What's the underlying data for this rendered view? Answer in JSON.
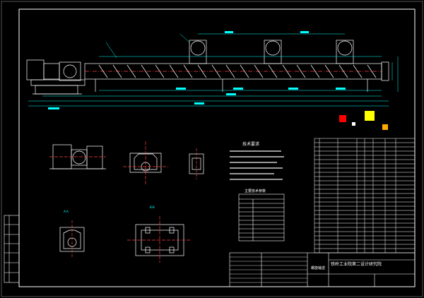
{
  "drawing": {
    "tech_requirements_title": "技术要求",
    "params_table_title": "主要技术参数",
    "title_block_part_name": "螺旋输送",
    "title_block_company": "铁岭工业院第二设计研究院",
    "section_labels": [
      "A-A",
      "B-B"
    ]
  },
  "palette": {
    "background": "#000000",
    "frame": "#ffffff",
    "geometry": "#ffffff",
    "dimension": "#00ffff",
    "center_line": "#ff4040",
    "hatch": "#00c8c8",
    "swatch_red": "#ff0000",
    "swatch_yellow": "#ffff00",
    "swatch_orange": "#ffaa00",
    "swatch_white": "#ffffff"
  }
}
